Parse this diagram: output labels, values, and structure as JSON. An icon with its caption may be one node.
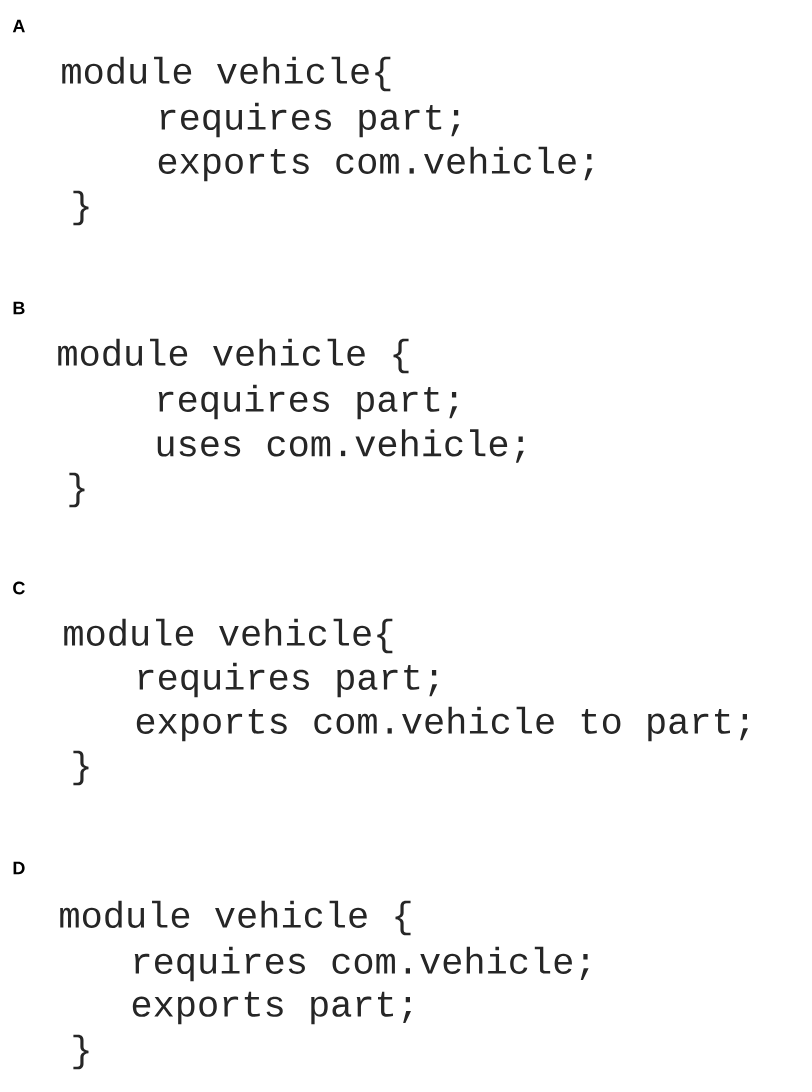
{
  "diagram": {
    "labels": [
      "A",
      "module vehicle{",
      "requires part;",
      "exports com.vehicle;",
      "}",
      "B",
      "module vehicle {",
      "requires part;",
      "uses com.vehicle;",
      "}",
      "C",
      "module vehicle{",
      "requires part;",
      "exports com.vehicle to part;",
      "}",
      "D",
      "module vehicle {",
      "requires com.vehicle;",
      "exports part;",
      "}"
    ]
  }
}
